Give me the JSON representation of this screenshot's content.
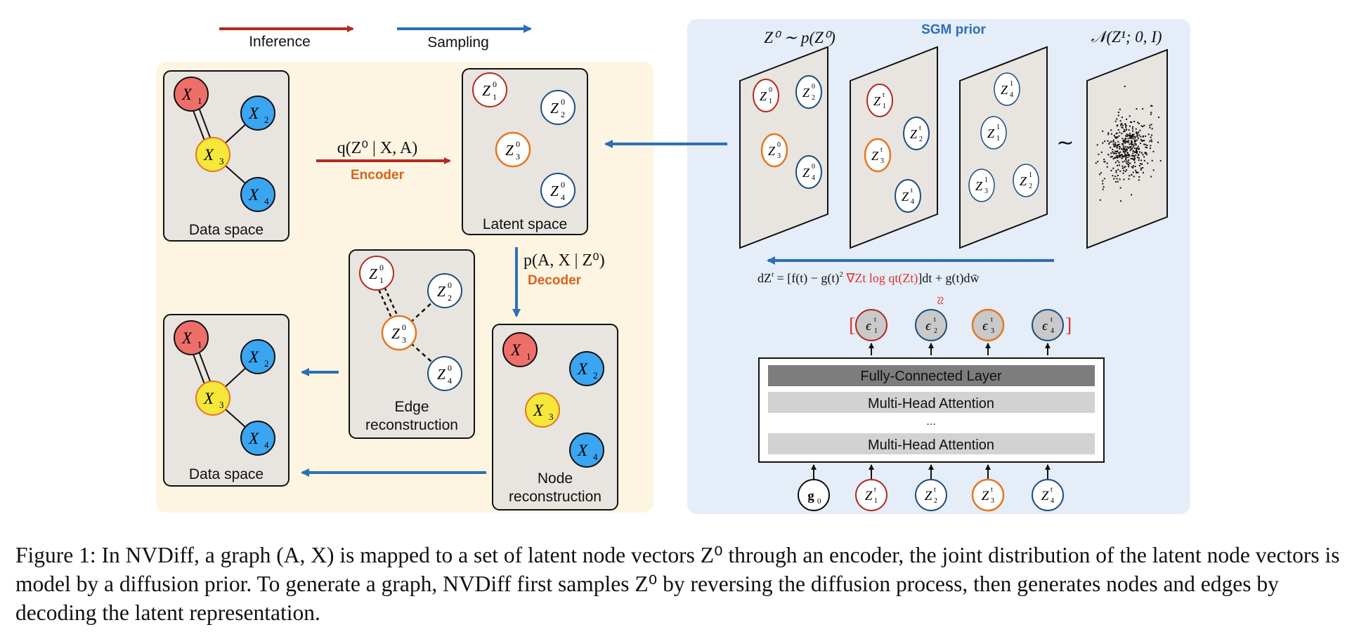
{
  "legend": {
    "inference_label": "Inference",
    "sampling_label": "Sampling",
    "inference_color": "#b22c20",
    "sampling_color": "#2e6fb3"
  },
  "colors": {
    "autoencoder_bg": "#fdf5e2",
    "prior_bg": "#e4edf8",
    "panel_bg": "#e8e4df",
    "node_red": "#ee6f6a",
    "node_blue": "#3aa5f0",
    "node_yellow": "#f6e73b",
    "latent_red_ring": "#b22c20",
    "latent_blue_ring": "#1f4e7f",
    "latent_orange_ring": "#e3781f",
    "orange_text": "#d6631d",
    "sgm_title": "#2e6fb3"
  },
  "data_space_top": {
    "label": "Data space",
    "nodes": [
      "X1",
      "X2",
      "X3",
      "X4"
    ]
  },
  "encoder": {
    "formula": "q(Z⁰ | X, A)",
    "label": "Encoder"
  },
  "latent_space": {
    "label": "Latent space",
    "nodes": [
      "Z1^0",
      "Z2^0",
      "Z3^0",
      "Z4^0"
    ]
  },
  "decoder": {
    "formula": "p(A, X | Z⁰)",
    "label": "Decoder"
  },
  "edge_reconstruction": {
    "label_line1": "Edge",
    "label_line2": "reconstruction",
    "nodes": [
      "Z1^0",
      "Z2^0",
      "Z3^0",
      "Z4^0"
    ]
  },
  "node_reconstruction": {
    "label_line1": "Node",
    "label_line2": "reconstruction",
    "nodes": [
      "X1",
      "X2",
      "X3",
      "X4"
    ]
  },
  "data_space_bottom": {
    "label": "Data space",
    "nodes": [
      "X1",
      "X2",
      "X3",
      "X4"
    ]
  },
  "sgm_prior": {
    "title": "SGM prior",
    "slice0_label": "Z⁰ ∼ p(Z⁰)",
    "slice_last_label": "𝒩(Z¹; 0, I)",
    "slice0_nodes": [
      "Z1^0",
      "Z2^0",
      "Z3^0",
      "Z4^0"
    ],
    "slice_t_nodes": [
      "Z1^t",
      "Z2^t",
      "Z3^t",
      "Z4^t"
    ],
    "slice1_nodes": [
      "Z1^1",
      "Z2^1",
      "Z3^1",
      "Z4^1"
    ],
    "tilde": "∼",
    "sde_lhs": "dZ",
    "sde_mid": " = [f(t) − g(t)",
    "sde_score": "∇Zt log qt(Zt)",
    "sde_rhs": "]dt + g(t)dw̄",
    "approx": "≈"
  },
  "network": {
    "layer_fc": "Fully-Connected Layer",
    "layer_mha_top": "Multi-Head Attention",
    "dots": "...",
    "layer_mha_bottom": "Multi-Head Attention",
    "outputs": [
      "ε1^t",
      "ε2^t",
      "ε3^t",
      "ε4^t"
    ],
    "inputs": [
      "g0",
      "Z1^t",
      "Z2^t",
      "Z3^t",
      "Z4^t"
    ],
    "bracket_left": "[",
    "bracket_right": "]"
  },
  "caption": "Figure 1: In NVDiff, a graph (A, X) is mapped to a set of latent node vectors Z⁰ through an encoder, the joint distribution of the latent node vectors is model by a diffusion prior. To generate a graph, NVDiff first samples Z⁰ by reversing the diffusion process, then generates nodes and edges by decoding the latent representation."
}
